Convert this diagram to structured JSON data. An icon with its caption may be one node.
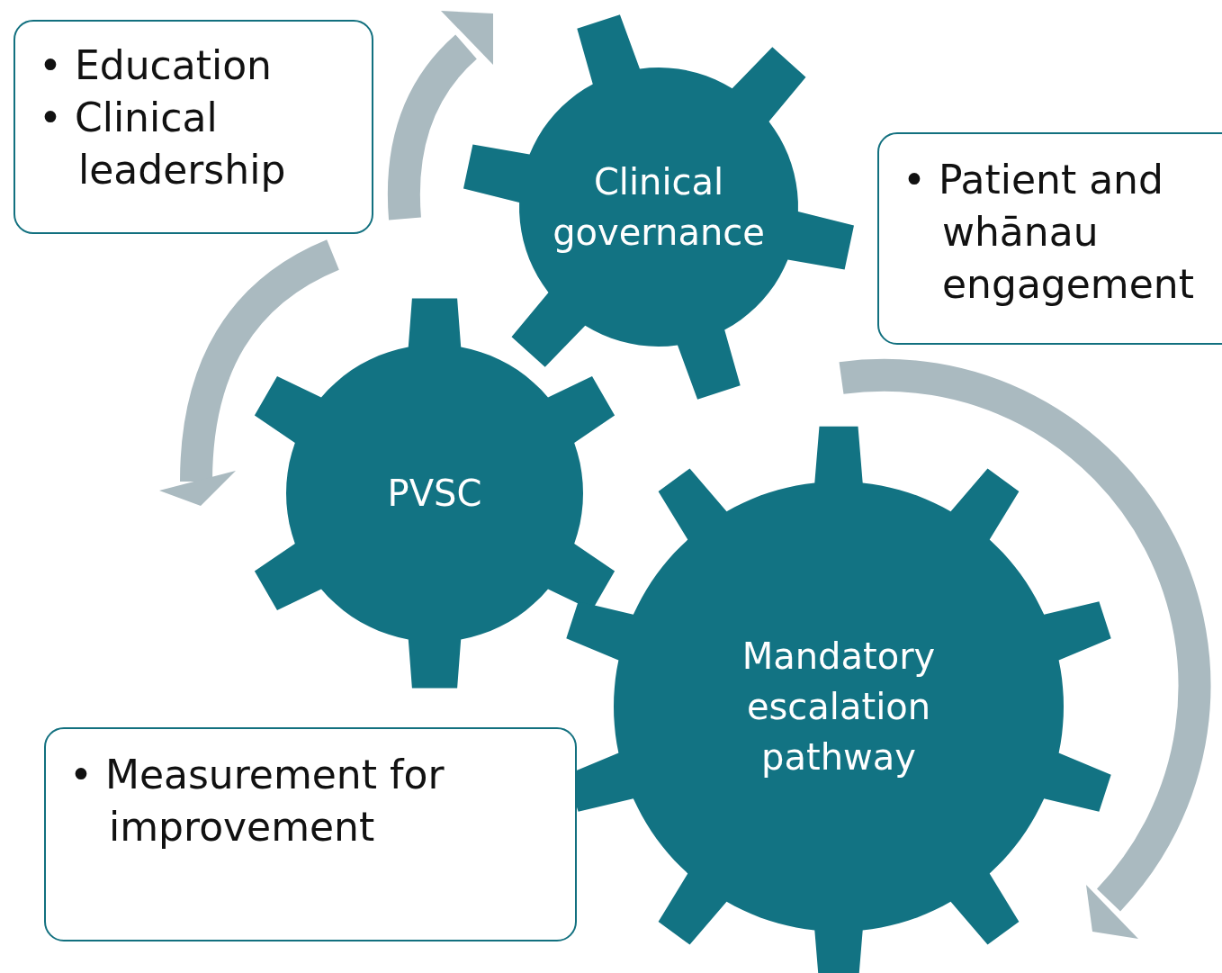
{
  "diagram": {
    "nodes": [
      {
        "text": [
          "• Education",
          "• Clinical leadership"
        ]
      },
      {
        "text": [
          "Clinical governance"
        ]
      },
      {
        "text": [
          "• Patient and whānau engagement"
        ]
      },
      {
        "text": [
          "PVSC"
        ]
      },
      {
        "text": [
          "Mandatory escalation pathway"
        ]
      },
      {
        "text": [
          "• Measurement for improvement"
        ]
      }
    ]
  }
}
